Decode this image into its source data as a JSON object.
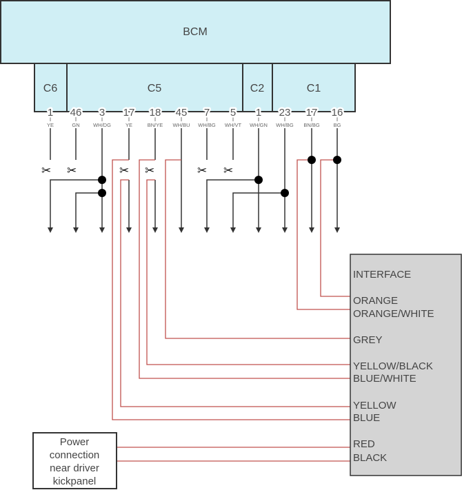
{
  "module": {
    "label": "BCM"
  },
  "connectors": [
    {
      "id": "C6"
    },
    {
      "id": "C5"
    },
    {
      "id": "C2"
    },
    {
      "id": "C1"
    }
  ],
  "pins": [
    {
      "connector": "C6",
      "number": "1",
      "color": "YE",
      "action": "cut"
    },
    {
      "connector": "C5",
      "number": "46",
      "color": "GN",
      "action": "cut"
    },
    {
      "connector": "C5",
      "number": "3",
      "color": "WH/DG",
      "action": "splice"
    },
    {
      "connector": "C5",
      "number": "17",
      "color": "YE",
      "action": "cut",
      "module_side": "BLUE",
      "harness_side": "YELLOW"
    },
    {
      "connector": "C5",
      "number": "18",
      "color": "BN/YE",
      "action": "cut",
      "module_side": "BLUE/WHITE",
      "harness_side": "YELLOW/BLACK"
    },
    {
      "connector": "C5",
      "number": "45",
      "color": "WH/BU",
      "action": "tap",
      "to": "GREY"
    },
    {
      "connector": "C5",
      "number": "7",
      "color": "WH/BG",
      "action": "cut"
    },
    {
      "connector": "C5",
      "number": "5",
      "color": "WH/VT",
      "action": "cut"
    },
    {
      "connector": "C2",
      "number": "1",
      "color": "WH/GN",
      "action": "splice"
    },
    {
      "connector": "C1",
      "number": "23",
      "color": "WH/BG",
      "action": "splice"
    },
    {
      "connector": "C1",
      "number": "17",
      "color": "BN/BG",
      "action": "tap",
      "to": "ORANGE/WHITE"
    },
    {
      "connector": "C1",
      "number": "16",
      "color": "BG",
      "action": "tap",
      "to": "ORANGE"
    }
  ],
  "interface": {
    "title": "INTERFACE",
    "wires": [
      "ORANGE",
      "ORANGE/WHITE",
      "GREY",
      "YELLOW/BLACK",
      "BLUE/WHITE",
      "YELLOW",
      "BLUE",
      "RED",
      "BLACK"
    ]
  },
  "power": {
    "label_lines": [
      "Power",
      "connection",
      "near driver",
      "kickpanel"
    ],
    "wires": [
      "RED",
      "BLACK"
    ]
  },
  "icons": {
    "cut": "scissors-icon",
    "ground": "arrow-down-icon",
    "splice": "splice-dot-icon"
  },
  "colors": {
    "module_fill": "#d0eff5",
    "interface_fill": "#d4d4d4",
    "added_wire": "#c0504d",
    "factory_wire": "#333333"
  }
}
